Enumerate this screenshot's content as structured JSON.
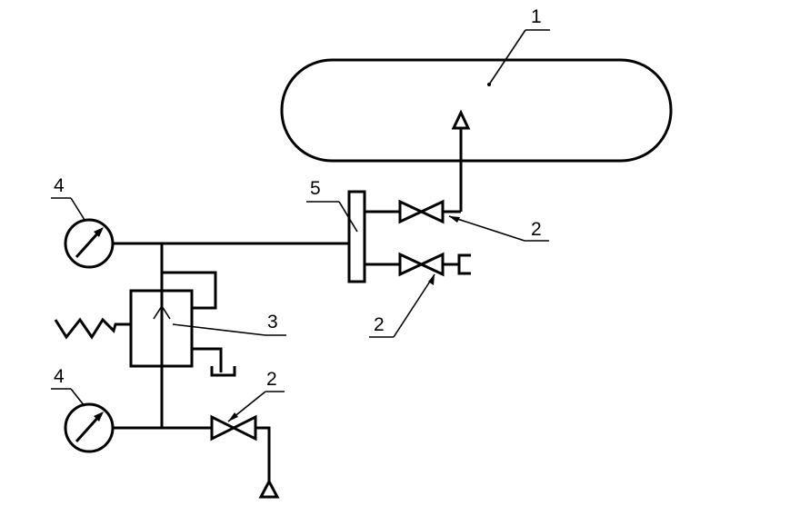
{
  "labels": {
    "tank": "1",
    "valve_top": "2",
    "valve_mid": "2",
    "valve_bottom": "2",
    "regulator": "3",
    "gauge_top": "4",
    "gauge_bottom": "4",
    "manifold": "5"
  }
}
